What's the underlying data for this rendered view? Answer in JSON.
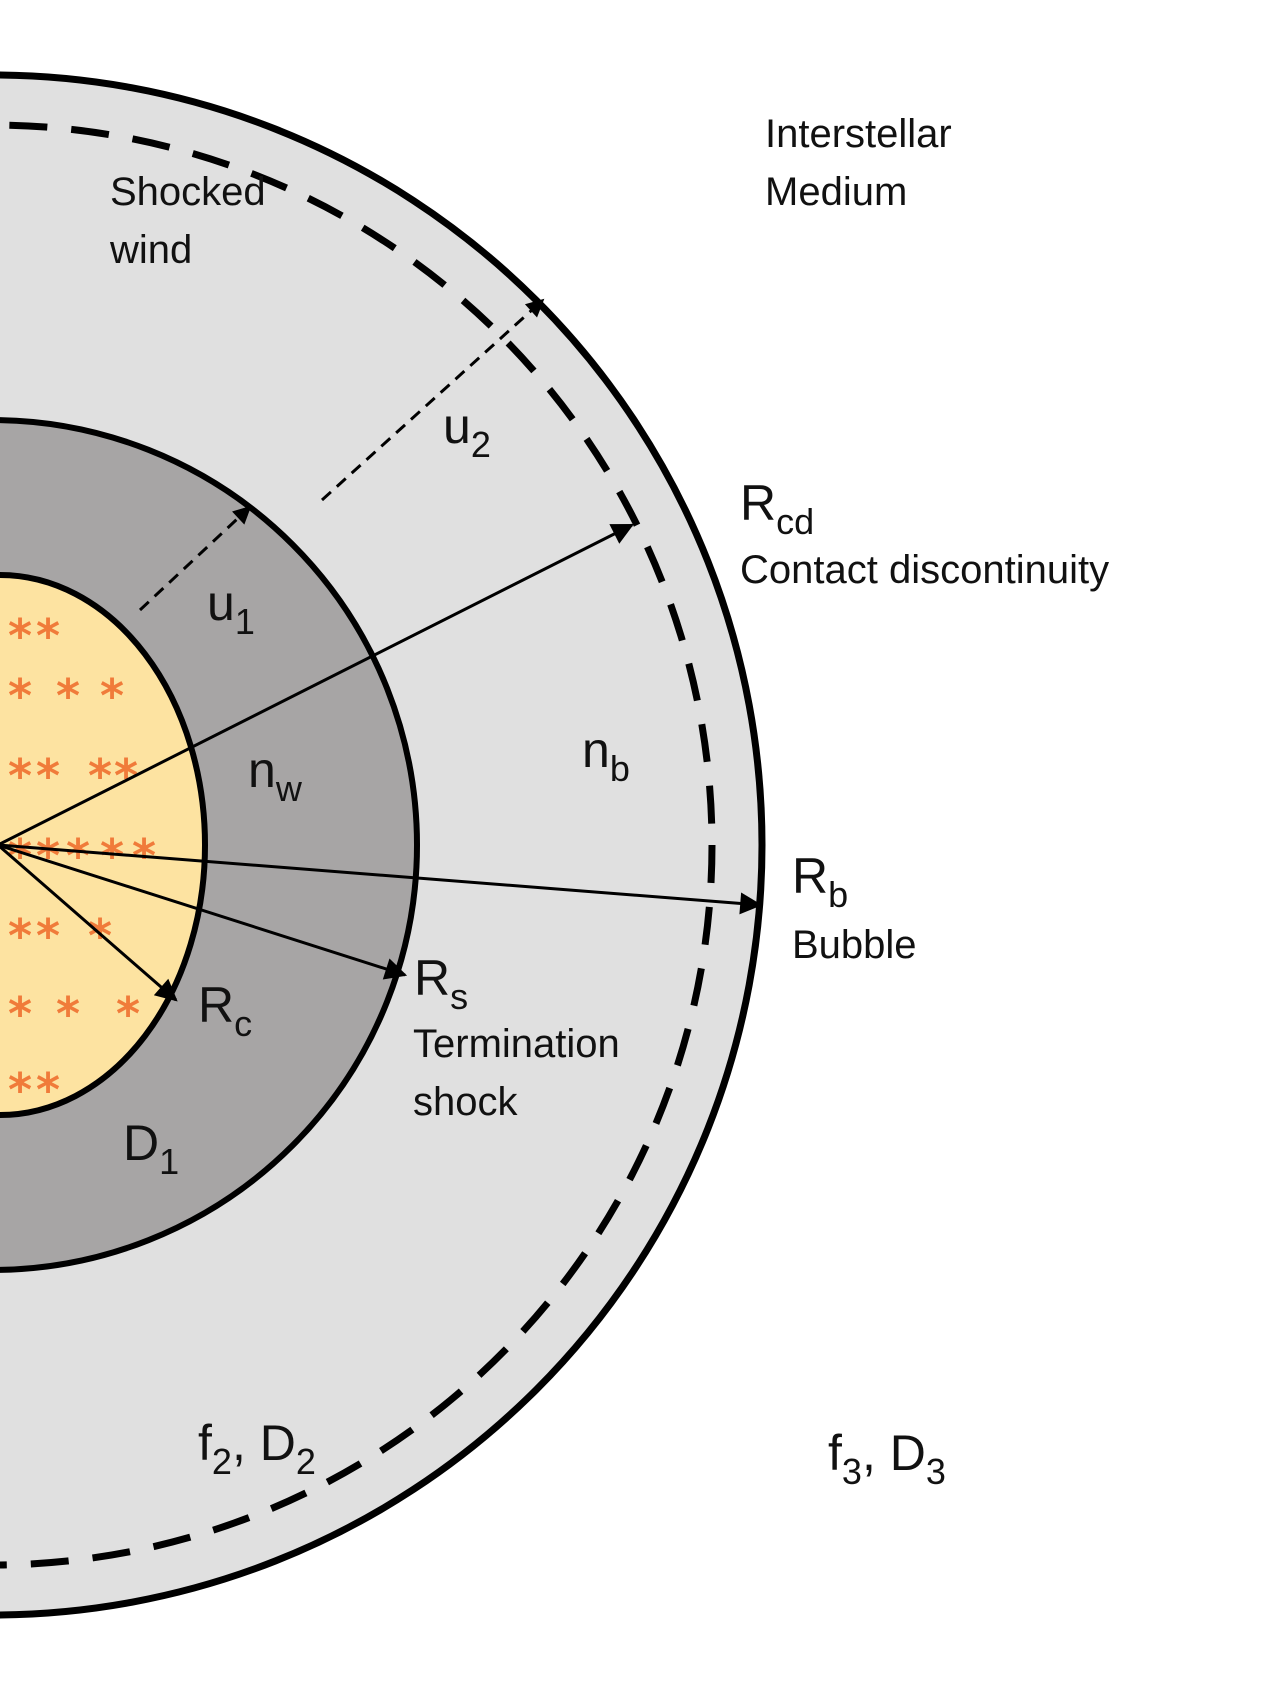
{
  "colors": {
    "background": "#ffffff",
    "bubble": "#e0e0e0",
    "shocked_wind": "#a7a5a5",
    "cluster": "#fde3a1",
    "stars": "#f07b3a",
    "lines": "#000000"
  },
  "icons": {
    "stars": "asterisk-star-icon",
    "arrows": "arrowhead-icon"
  },
  "star_glyph": "*",
  "regions": {
    "ism": {
      "line1": "Interstellar",
      "line2": "Medium"
    },
    "shocked_wind": {
      "line1": "Shocked",
      "line2": "wind"
    }
  },
  "symbols": {
    "u1": {
      "base": "u",
      "sub": "1"
    },
    "u2": {
      "base": "u",
      "sub": "2"
    },
    "nw": {
      "base": "n",
      "sub": "w"
    },
    "nb": {
      "base": "n",
      "sub": "b"
    },
    "D1": {
      "base": "D",
      "sub": "1"
    },
    "f2D2": {
      "base1": "f",
      "sub1": "2",
      "mid": ", D",
      "sub2": "2"
    },
    "f3D3": {
      "base1": "f",
      "sub1": "3",
      "mid": ", D",
      "sub2": "3"
    }
  },
  "radii": {
    "rcd": {
      "base": "R",
      "sub": "cd",
      "desc": "Contact discontinuity"
    },
    "rb": {
      "base": "R",
      "sub": "b",
      "desc": "Bubble"
    },
    "rs": {
      "base": "R",
      "sub": "s",
      "desc1": "Termination",
      "desc2": "shock"
    },
    "rc": {
      "base": "R",
      "sub": "c"
    }
  }
}
